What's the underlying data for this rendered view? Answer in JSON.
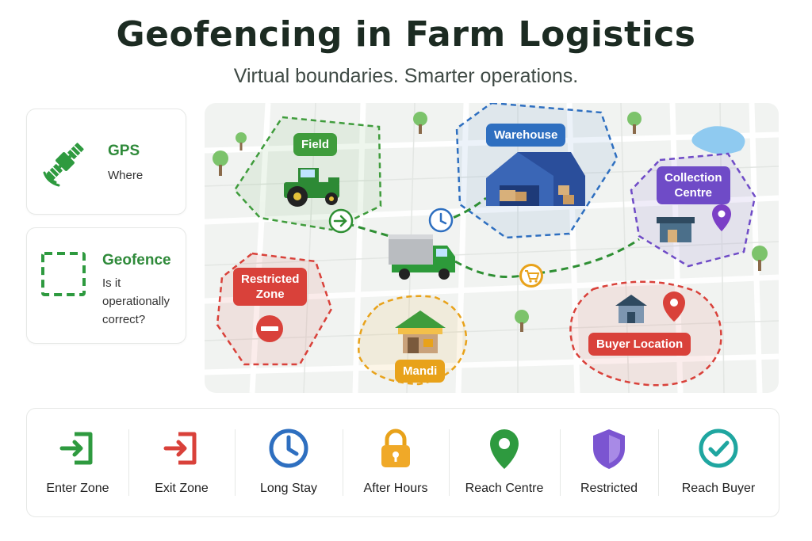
{
  "header": {
    "title": "Geofencing in Farm Logistics",
    "subtitle": "Virtual boundaries. Smarter operations."
  },
  "side_cards": {
    "gps": {
      "label": "GPS",
      "desc": "Where",
      "icon": "satellite-icon"
    },
    "geofence": {
      "label": "Geofence",
      "desc_lines": [
        "Is it",
        "operationally",
        "correct?"
      ],
      "icon": "dashed-square-icon"
    }
  },
  "map": {
    "zones": {
      "field": {
        "label": "Field",
        "color": "#3f9c3c"
      },
      "warehouse": {
        "label": "Warehouse",
        "color": "#2e6fc0"
      },
      "collection": {
        "label_lines": [
          "Collection",
          "Centre"
        ],
        "color": "#6f4bc7"
      },
      "restricted": {
        "label_lines": [
          "Restricted",
          "Zone"
        ],
        "color": "#d9413a"
      },
      "mandi": {
        "label": "Mandi",
        "color": "#e8a21a"
      },
      "buyer": {
        "label": "Buyer Location",
        "color": "#d9413a"
      }
    }
  },
  "legend": {
    "items": [
      {
        "label": "Enter Zone",
        "icon": "enter-zone-icon",
        "color": "#2e9a3f"
      },
      {
        "label": "Exit Zone",
        "icon": "exit-zone-icon",
        "color": "#d9413a"
      },
      {
        "label": "Long Stay",
        "icon": "clock-icon",
        "color": "#2e6fc0"
      },
      {
        "label": "After Hours",
        "icon": "lock-icon",
        "color": "#e8a21a"
      },
      {
        "label": "Reach Centre",
        "icon": "location-pin-icon",
        "color": "#2e9a3f"
      },
      {
        "label": "Restricted",
        "icon": "shield-icon",
        "color": "#7b55d1"
      },
      {
        "label": "Reach Buyer",
        "icon": "check-circle-icon",
        "color": "#1fa6a0"
      }
    ]
  }
}
